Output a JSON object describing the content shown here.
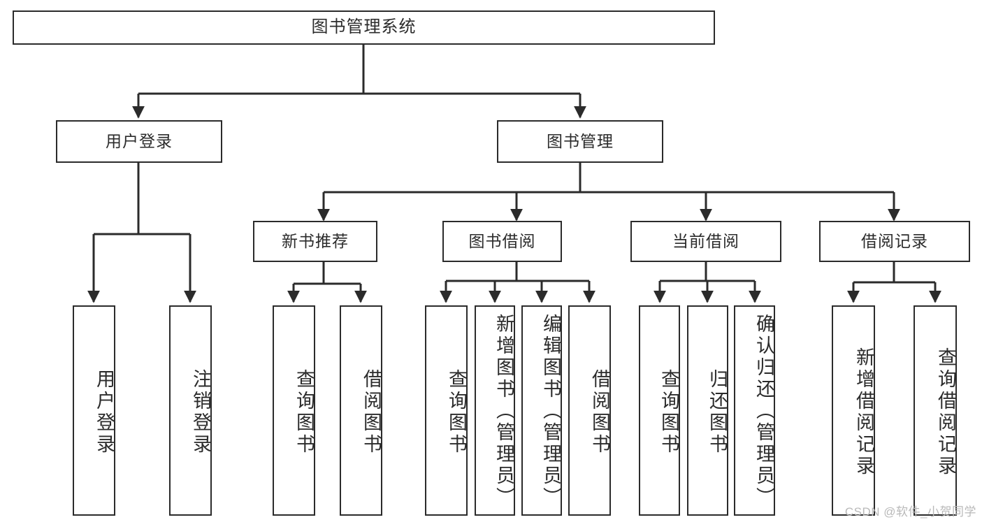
{
  "diagram": {
    "title": "图书管理系统",
    "type": "tree-hierarchy-diagram",
    "watermark": "CSDN @软件_小贺同学",
    "colors": {
      "stroke": "#2b2b2b",
      "fill": "#ffffff",
      "text": "#2b2b2b",
      "watermark": "#b9b9b9"
    },
    "root": {
      "label": "图书管理系统"
    },
    "level2": [
      {
        "label": "用户登录"
      },
      {
        "label": "图书管理"
      }
    ],
    "level3": [
      {
        "label": "新书推荐"
      },
      {
        "label": "图书借阅"
      },
      {
        "label": "当前借阅"
      },
      {
        "label": "借阅记录"
      }
    ],
    "leaves": {
      "user_login": [
        {
          "label": "用户登录"
        },
        {
          "label": "注销登录"
        }
      ],
      "new_book_recommend": [
        {
          "label": "查询图书"
        },
        {
          "label": "借阅图书"
        }
      ],
      "book_borrow": [
        {
          "label": "查询图书"
        },
        {
          "label": "新增图书（管理员）"
        },
        {
          "label": "编辑图书（管理员）"
        },
        {
          "label": "借阅图书"
        }
      ],
      "current_borrow": [
        {
          "label": "查询图书"
        },
        {
          "label": "归还图书"
        },
        {
          "label": "确认归还（管理员）"
        }
      ],
      "borrow_records": [
        {
          "label": "新增借阅记录"
        },
        {
          "label": "查询借阅记录"
        }
      ]
    }
  }
}
